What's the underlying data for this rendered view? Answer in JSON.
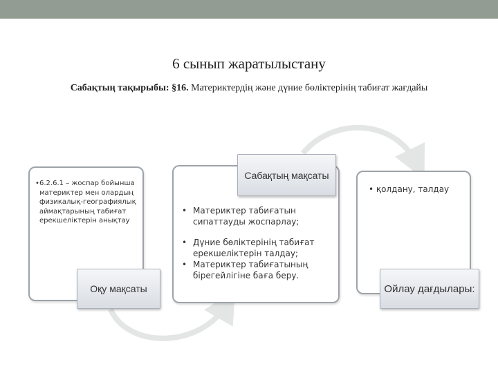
{
  "slide": {
    "title": "6 сынып жаратылыстану",
    "subtitle_label": "Сабақтың тақырыбы: §16.",
    "subtitle_text": "Материктердің және дүние бөліктерінің табиғат жағдайы"
  },
  "boxes": {
    "learning_objective": {
      "label": "Оқу мақсаты",
      "text": "6.2.6.1 – жоспар бойынша материктер мен олардың физикалық-географиялық аймақтарының табиғат ерекшеліктерін анықтау"
    },
    "lesson_goals": {
      "label": "Сабақтың мақсаты",
      "items": [
        "Материктер табиғатын сипаттауды жоспарлау;",
        "Дүние бөліктерінің табиғат ерекшеліктерін талдау;",
        "Материктер табиғатының бірегейлігіне баға беру."
      ]
    },
    "thinking_skills": {
      "label": "Ойлау дағдылары:",
      "text": "қолдану, талдау"
    }
  },
  "colors": {
    "top_bar": "#929c93",
    "arrow": "#e3e6e5",
    "box_border": "#9da3a8"
  }
}
